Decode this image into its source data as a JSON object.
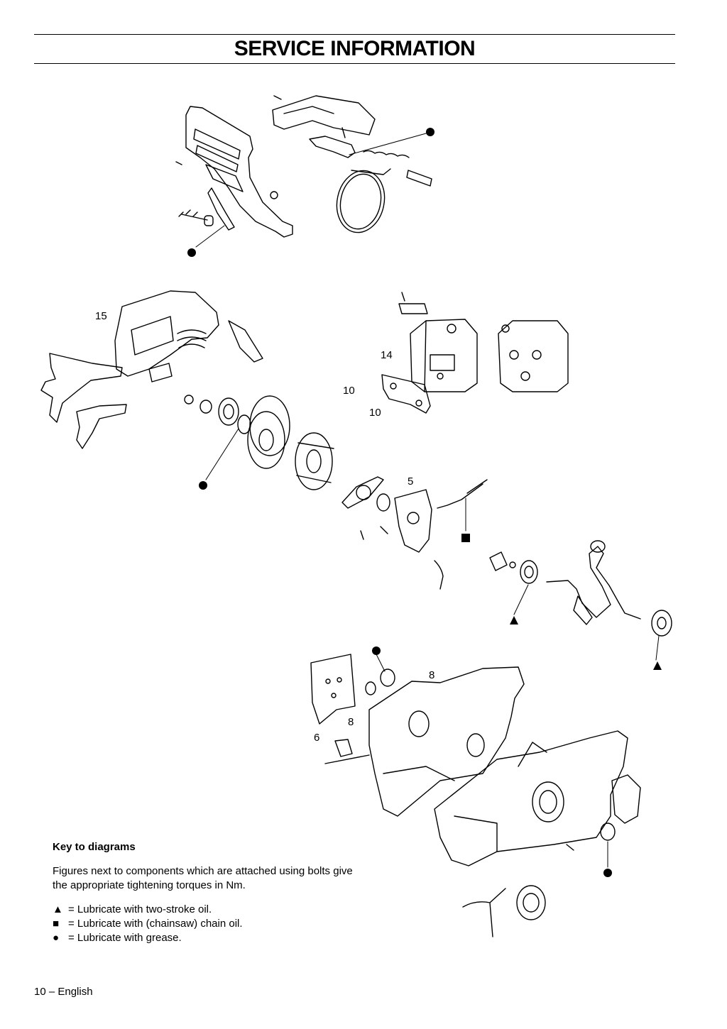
{
  "page": {
    "title": "SERVICE INFORMATION",
    "footer": "10 – English"
  },
  "callouts": {
    "c15": "15",
    "c14": "14",
    "c10a": "10",
    "c10b": "10",
    "c5": "5",
    "c8a": "8",
    "c8b": "8",
    "c6": "6"
  },
  "key": {
    "title": "Key to diagrams",
    "description": "Figures next to components which are attached using bolts give the appropriate tightening torques in Nm.",
    "items": [
      {
        "symbol": "▲",
        "text": "= Lubricate with two-stroke oil."
      },
      {
        "symbol": "■",
        "text": "= Lubricate with (chainsaw) chain oil."
      },
      {
        "symbol": "●",
        "text": "= Lubricate with grease."
      }
    ]
  }
}
